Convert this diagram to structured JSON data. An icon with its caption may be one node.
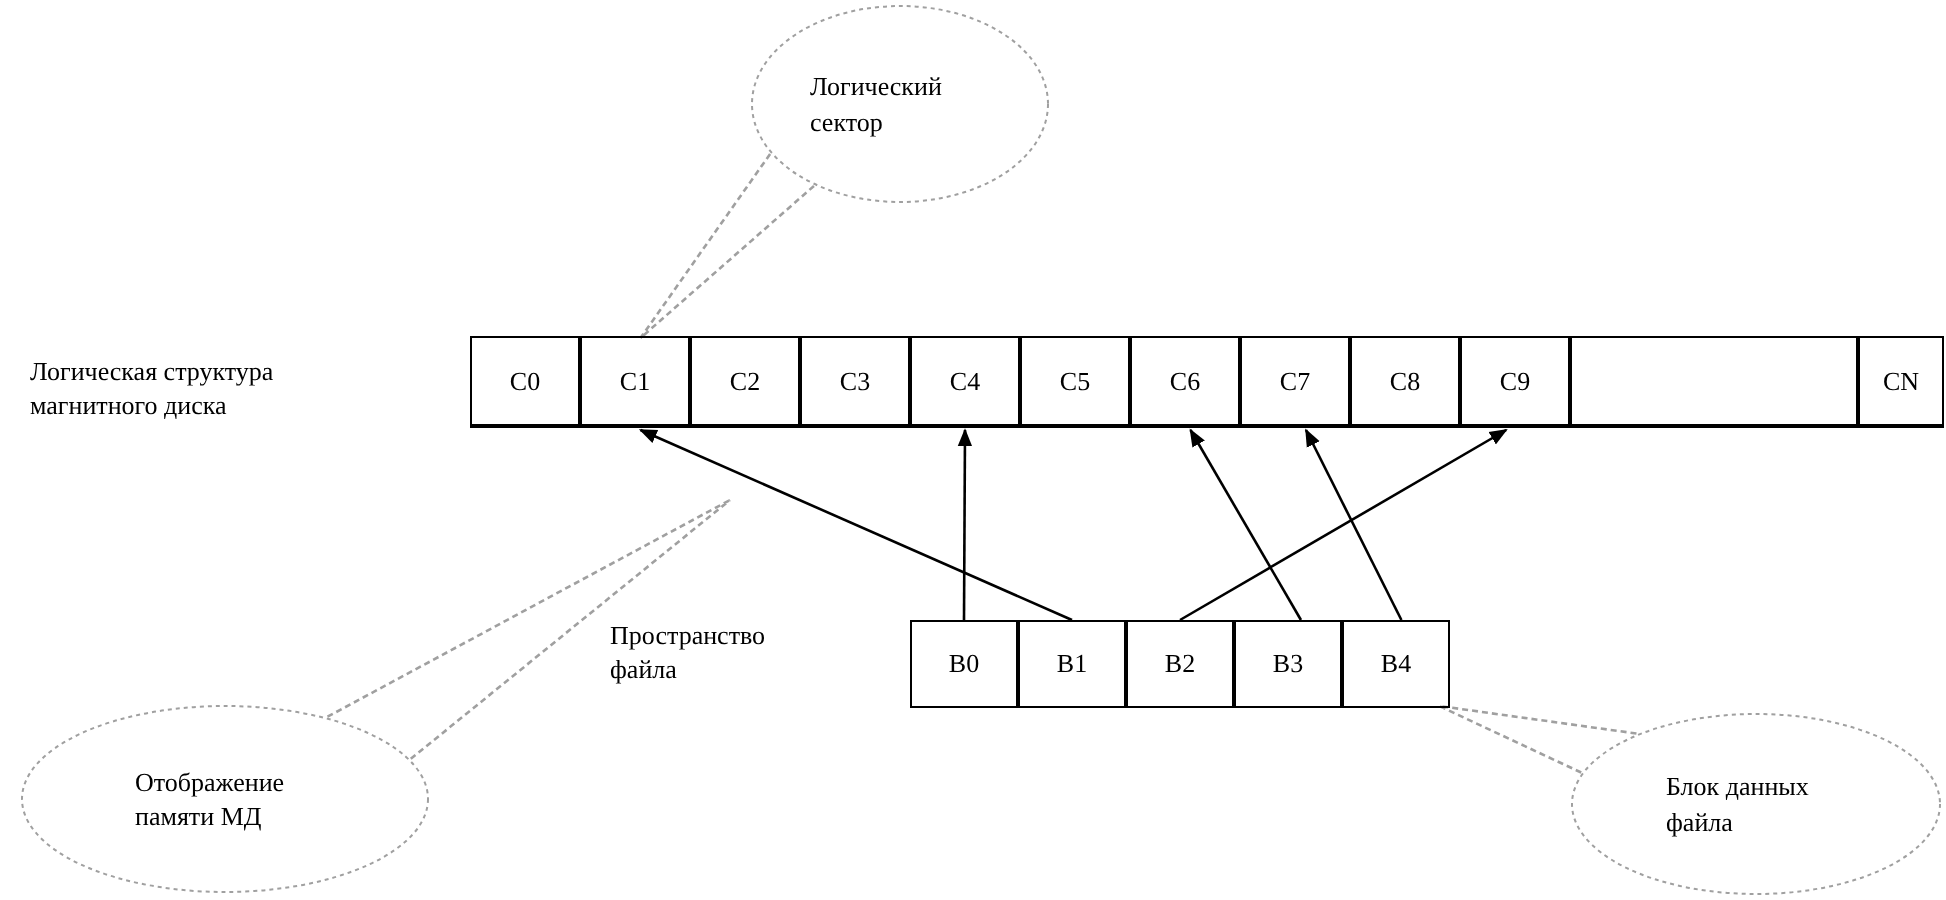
{
  "diagram": {
    "nodes": [
      {
        "text": [
          "Логический сектор"
        ]
      },
      {
        "text": [
          "C0"
        ]
      },
      {
        "text": [
          "C1"
        ]
      },
      {
        "text": [
          "C2"
        ]
      },
      {
        "text": [
          "C3"
        ]
      },
      {
        "text": [
          "C4"
        ]
      },
      {
        "text": [
          "C5"
        ]
      },
      {
        "text": [
          "C6"
        ]
      },
      {
        "text": [
          "C7"
        ]
      },
      {
        "text": [
          "C8"
        ]
      },
      {
        "text": [
          "C9"
        ]
      },
      {
        "text": [],
        "shape": "box"
      },
      {
        "text": [
          "CN"
        ]
      },
      {
        "text": [
          "B0"
        ]
      },
      {
        "text": [
          "B1"
        ]
      },
      {
        "text": [
          "B2"
        ]
      },
      {
        "text": [
          "B3"
        ]
      },
      {
        "text": [
          "B4"
        ]
      },
      {
        "text": [
          "Отображение памяти МД"
        ]
      },
      {
        "text": [
          "Блок данных файла"
        ]
      }
    ],
    "edges": [
      {
        "from": 14,
        "to": 2,
        "arrow": "to"
      },
      {
        "from": 13,
        "to": 5,
        "arrow": "to"
      },
      {
        "from": 15,
        "to": 10,
        "arrow": "to"
      },
      {
        "from": 16,
        "to": 7,
        "arrow": "to"
      },
      {
        "from": 17,
        "to": 8,
        "arrow": "to"
      },
      {
        "from": 0,
        "to": 2,
        "arrow": "none",
        "style": "dashed",
        "color": "#a0a0a0"
      },
      {
        "from": 18,
        "to": null,
        "arrow": "none",
        "style": "dashed",
        "color": "#a0a0a0"
      },
      {
        "from": 19,
        "to": 17,
        "arrow": "none",
        "style": "dashed",
        "color": "#a0a0a0"
      }
    ],
    "labels": [
      "Логическая структура магнитного диска",
      "Пространство файла"
    ]
  }
}
